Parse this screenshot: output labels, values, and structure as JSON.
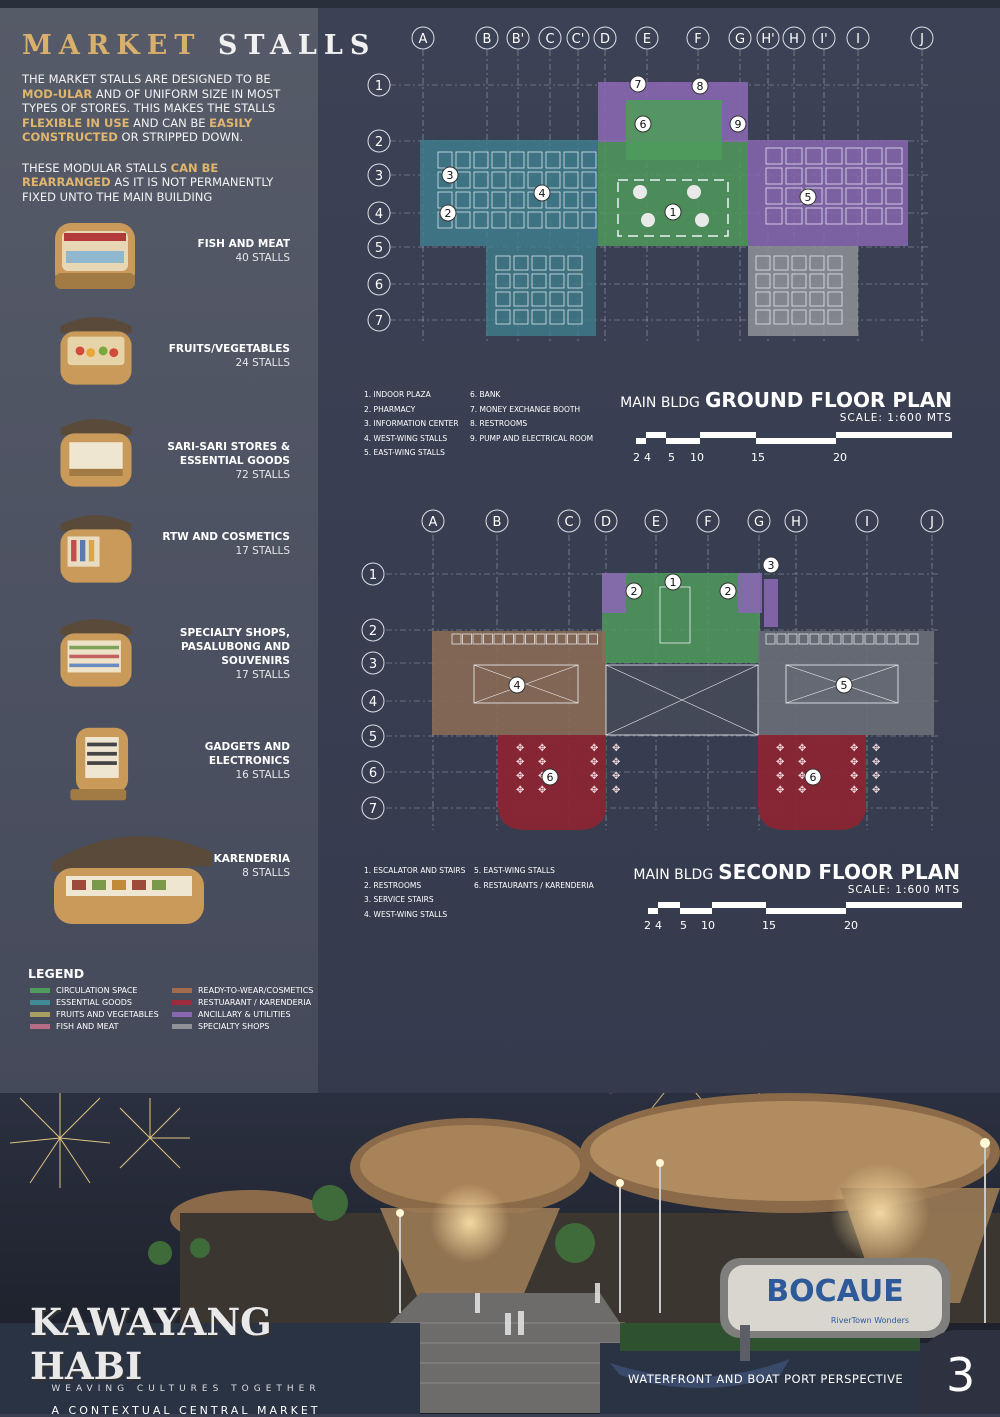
{
  "header": {
    "title_word1": "MARKET",
    "title_word2": "STALLS"
  },
  "intro": {
    "p1_a": "THE MARKET STALLS ARE DESIGNED TO BE ",
    "p1_hl1": "MOD-ULAR",
    "p1_b": " AND OF UNIFORM SIZE IN MOST TYPES OF STORES. THIS MAKES THE STALLS ",
    "p1_hl2": "FLEXIBLE IN USE",
    "p1_c": " AND CAN BE ",
    "p1_hl3": "EASILY CONSTRUCTED",
    "p1_d": " OR STRIPPED DOWN.",
    "p2_a": "THESE MODULAR STALLS ",
    "p2_hl": "CAN BE REARRANGED",
    "p2_b": " AS IT IS NOT PERMANENTLY FIXED UNTO THE MAIN BUILDING"
  },
  "stalls": [
    {
      "name": "FISH AND MEAT",
      "count": "40 STALLS"
    },
    {
      "name": "FRUITS/VEGETABLES",
      "count": "24 STALLS"
    },
    {
      "name": "SARI-SARI STORES & ESSENTIAL GOODS",
      "count": "72 STALLS"
    },
    {
      "name": "RTW AND COSMETICS",
      "count": "17 STALLS"
    },
    {
      "name": "SPECIALTY SHOPS, PASALUBONG AND SOUVENIRS",
      "count": "17 STALLS"
    },
    {
      "name": "GADGETS AND ELECTRONICS",
      "count": "16  STALLS"
    },
    {
      "name": "KARENDERIA",
      "count": "8 STALLS"
    }
  ],
  "legend": {
    "title": "LEGEND",
    "items": [
      {
        "label": "CIRCULATION SPACE",
        "color": "#4f9a5c"
      },
      {
        "label": "ESSENTIAL GOODS",
        "color": "#3f8a94"
      },
      {
        "label": "FRUITS AND VEGETABLES",
        "color": "#a99f63"
      },
      {
        "label": "FISH AND MEAT",
        "color": "#b56d85"
      },
      {
        "label": "READY-TO-WEAR/COSMETICS",
        "color": "#a26b4c"
      },
      {
        "label": "RESTUARANT / KARENDERIA",
        "color": "#9c2b3b"
      },
      {
        "label": "ANCILLARY & UTILITIES",
        "color": "#8867b0"
      },
      {
        "label": "SPECIALTY SHOPS",
        "color": "#8f9296"
      }
    ]
  },
  "ground_floor": {
    "title_a": "MAIN BLDG",
    "title_b": "GROUND FLOOR PLAN",
    "scale": "SCALE: 1:600 MTS",
    "scale_labels": [
      "2",
      "4",
      "5",
      "10",
      "15",
      "20"
    ],
    "col_labels": [
      "A",
      "B",
      "B'",
      "C",
      "C'",
      "D",
      "E",
      "F",
      "G",
      "H'",
      "H",
      "I'",
      "I",
      "J"
    ],
    "row_labels": [
      "1",
      "2",
      "3",
      "4",
      "5",
      "6",
      "7"
    ],
    "tags": [
      "1",
      "2",
      "3",
      "4",
      "5",
      "6",
      "7",
      "8",
      "9"
    ],
    "notes_col1": [
      "1. INDOOR PLAZA",
      "2. PHARMACY",
      "3. INFORMATION CENTER",
      "4. WEST-WING STALLS",
      "5. EAST-WING STALLS"
    ],
    "notes_col2": [
      "6. BANK",
      "7. MONEY EXCHANGE BOOTH",
      "8. RESTROOMS",
      "9. PUMP AND ELECTRICAL ROOM"
    ]
  },
  "second_floor": {
    "title_a": "MAIN BLDG",
    "title_b": "SECOND FLOOR PLAN",
    "scale": "SCALE: 1:600 MTS",
    "scale_labels": [
      "2",
      "4",
      "5",
      "10",
      "15",
      "20"
    ],
    "col_labels": [
      "A",
      "B",
      "C",
      "D",
      "E",
      "F",
      "G",
      "H",
      "I",
      "J"
    ],
    "row_labels": [
      "1",
      "2",
      "3",
      "4",
      "5",
      "6",
      "7"
    ],
    "tags": [
      "1",
      "2",
      "2",
      "3",
      "4",
      "5",
      "6",
      "6"
    ],
    "notes_col1": [
      "1. ESCALATOR AND STAIRS",
      "2. RESTROOMS",
      "3. SERVICE STAIRS",
      "4. WEST-WING STALLS"
    ],
    "notes_col2": [
      "5. EAST-WING STALLS",
      "6. RESTAURANTS / KARENDERIA"
    ]
  },
  "footer": {
    "logo_title": "KAWAYANG HABI",
    "logo_subtitle": "WEAVING CULTURES TOGETHER",
    "logo_caption": "A CONTEXTUAL CENTRAL MARKET",
    "sign_text": "BOCAUE",
    "sign_sub": "RiverTown Wonders",
    "perspective_caption": "WATERFRONT AND BOAT PORT PERSPECTIVE",
    "page_number": "3"
  }
}
